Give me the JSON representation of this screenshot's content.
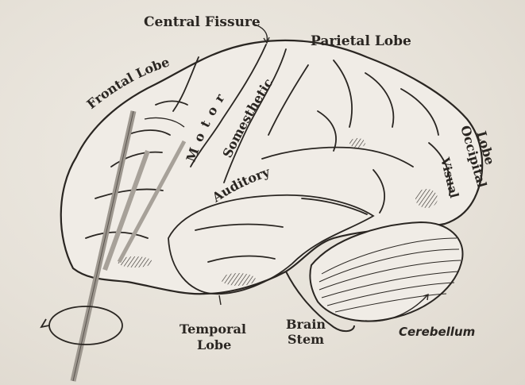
{
  "labels": {
    "central_fissure": "Central Fissure",
    "parietal_lobe": "Parietal Lobe",
    "frontal_lobe": "Frontal   Lobe",
    "motor": "Motor",
    "somesthetic": "Somesthetic",
    "auditory": "Auditory",
    "occipital": "Occipital",
    "occipital_lobe": "Lobe",
    "visual": "Visual",
    "temporal": "Temporal",
    "temporal_lobe": "Lobe",
    "brain": "Brain",
    "stem": "Stem",
    "cerebellum": "Cerebellum"
  },
  "colors": {
    "ink": "#2a2622",
    "paper": "#e7e2da",
    "probe": "#a7a199"
  }
}
